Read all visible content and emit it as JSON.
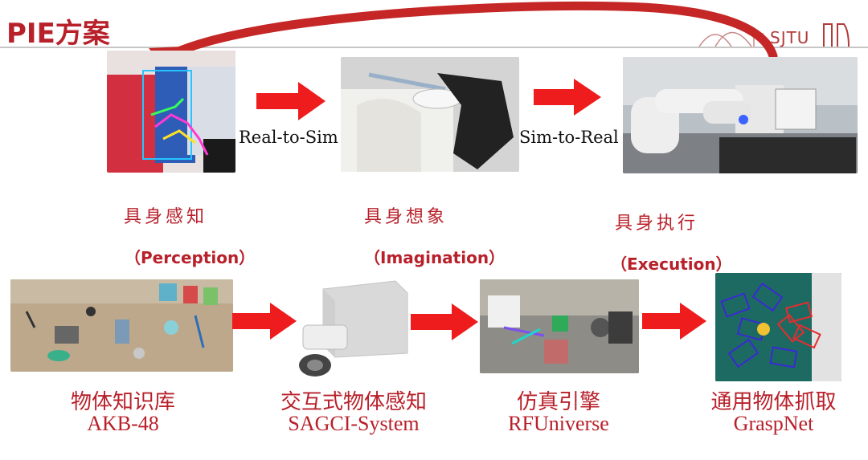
{
  "slide": {
    "title": "PIE方案",
    "logo_text": "SJTU"
  },
  "top_row": {
    "flow_labels": [
      "Real-to-Sim",
      "Sim-to-Real"
    ],
    "images": [
      {
        "icon": "hand-tracking-photo"
      },
      {
        "icon": "simulated-gripper-photo"
      },
      {
        "icon": "robot-arm-photo"
      }
    ]
  },
  "stages": [
    {
      "cn": "具身感知",
      "en": "（Perception）"
    },
    {
      "cn": "具身想象",
      "en": "（Imagination）"
    },
    {
      "cn": "具身执行",
      "en": "（Execution）"
    }
  ],
  "bottom_row": [
    {
      "cn": "物体知识库",
      "en": "AKB-48",
      "icon": "object-collection-image"
    },
    {
      "cn": "交互式物体感知",
      "en": "SAGCI-System",
      "icon": "point-cloud-image"
    },
    {
      "cn": "仿真引擎",
      "en": "RFUniverse",
      "icon": "simulation-scene-image"
    },
    {
      "cn": "通用物体抓取",
      "en": "GraspNet",
      "icon": "grasp-poses-image"
    }
  ],
  "colors": {
    "accent_red": "#b8202a",
    "arrow_red": "#ee1c1c",
    "rule_gray": "#c6c6c6"
  }
}
